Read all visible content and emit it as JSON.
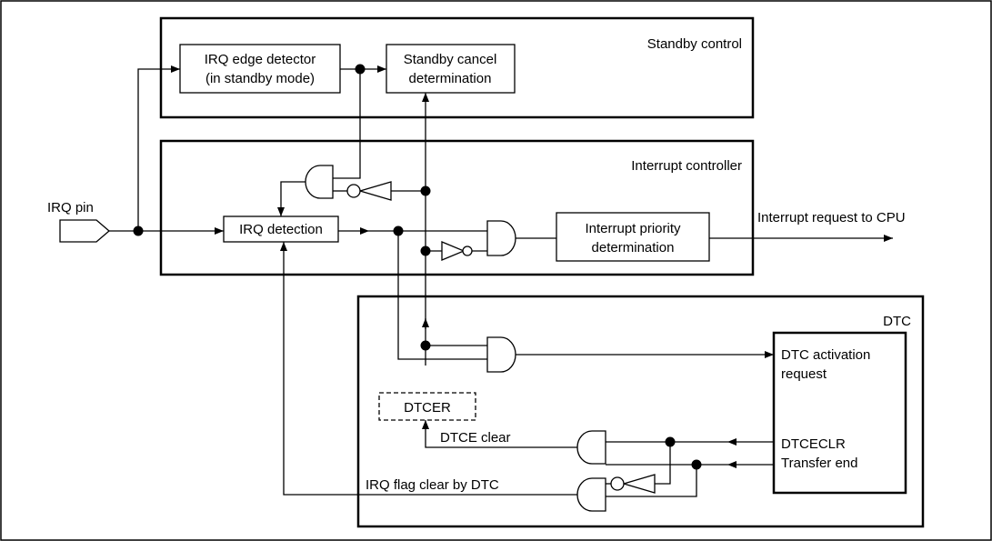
{
  "blocks": {
    "standby": "Standby control",
    "intc": "Interrupt controller",
    "dtc": "DTC"
  },
  "boxes": {
    "edge_detector": [
      "IRQ edge detector",
      "(in standby mode)"
    ],
    "standby_cancel": [
      "Standby cancel",
      "determination"
    ],
    "irq_detection": "IRQ detection",
    "priority": [
      "Interrupt priority",
      "determination"
    ],
    "dtcer": "DTCER",
    "dtc_unit": [
      "DTC activation",
      "request",
      "DTCECLR",
      "Transfer end"
    ]
  },
  "labels": {
    "irq_pin": "IRQ pin",
    "cpu_request": "Interrupt request to CPU",
    "dtce_clear": "DTCE clear",
    "irq_flag_clear": "IRQ flag clear by DTC"
  }
}
